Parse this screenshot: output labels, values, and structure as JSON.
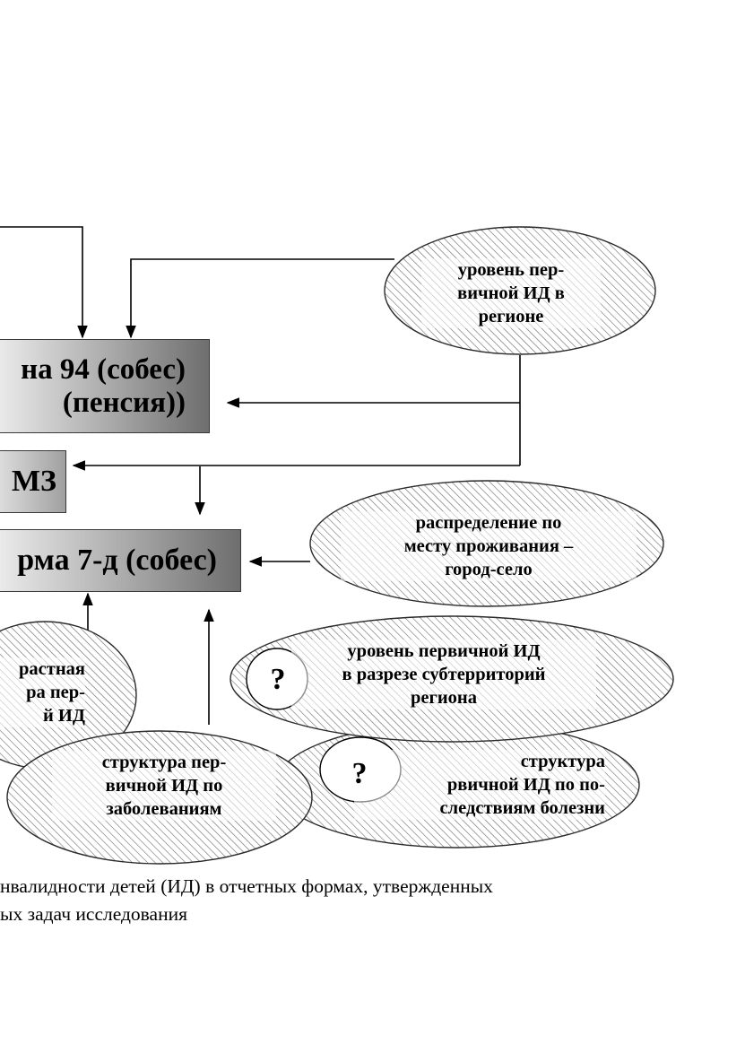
{
  "boxes": {
    "f94_line1": "на 94 (собес)",
    "f94_line2": "(пенсия))",
    "mz": "МЗ",
    "f7d": "рма 7-д (собес)"
  },
  "ovals": {
    "level_region": [
      "уровень пер-",
      "вичной ИД в",
      "регионе"
    ],
    "city_village": [
      "распределение по",
      "месту проживания –",
      "город-село"
    ],
    "subterritories": [
      "уровень первичной  ИД",
      "в разрезе субтерриторий",
      "региона"
    ],
    "age_structure": [
      "растная",
      "ра пер-",
      "й ИД"
    ],
    "disease_structure": [
      "структура пер-",
      "вичной ИД по",
      "заболеваниям"
    ],
    "consequence_structure": [
      "структура",
      "рвичной ИД по по-",
      "следствиям болезни"
    ]
  },
  "question_marks": [
    "?",
    "?"
  ],
  "caption": {
    "line1": "нвалидности детей (ИД) в отчетных формах, утвержденных",
    "line2": "ых задач исследования"
  }
}
